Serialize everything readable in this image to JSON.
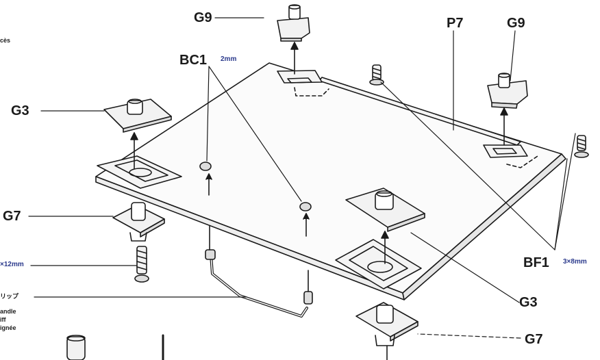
{
  "labels": {
    "g9_left": "G9",
    "g9_right": "G9",
    "p7": "P7",
    "bc1": "BC1",
    "bc1_size": "2mm",
    "g3_left": "G3",
    "g3_right": "G3",
    "g7_left": "G7",
    "g7_right": "G7",
    "bf1": "BF1",
    "bf1_size": "3×8mm"
  },
  "side_text": {
    "top_left": "cès",
    "screw_size": "×12mm",
    "handle_jp": "リップ",
    "handle_1": "andle",
    "handle_2": "iff",
    "handle_3": "ignée"
  },
  "colors": {
    "line": "#1a1a1a",
    "dim_blue": "#2b3a8c",
    "background": "#ffffff"
  }
}
